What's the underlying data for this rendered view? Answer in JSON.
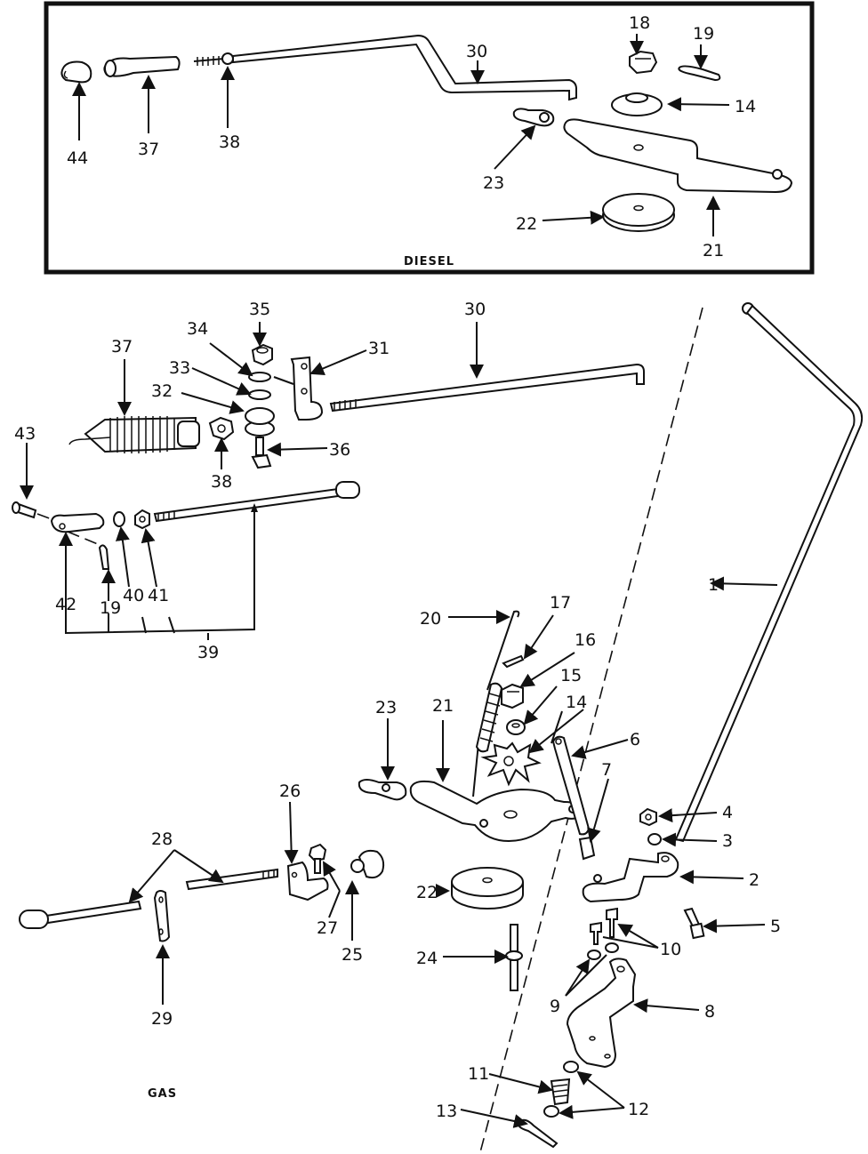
{
  "diagram": {
    "title": "Governor / Throttle Linkage — Exploded Parts View",
    "sections": {
      "diesel": {
        "caption": "DIESEL",
        "callouts": [
          "44",
          "37",
          "38",
          "30",
          "18",
          "19",
          "14",
          "23",
          "22",
          "21"
        ]
      },
      "gas": {
        "caption": "GAS",
        "callouts": [
          "35",
          "34",
          "33",
          "32",
          "37",
          "38",
          "31",
          "30",
          "36",
          "43",
          "42",
          "19",
          "40",
          "41",
          "39",
          "20",
          "17",
          "16",
          "15",
          "14",
          "21",
          "23",
          "26",
          "28",
          "27",
          "25",
          "22",
          "24",
          "29",
          "6",
          "7",
          "4",
          "3",
          "2",
          "5",
          "10",
          "9",
          "8",
          "11",
          "13",
          "12",
          "1"
        ]
      }
    },
    "labels": {
      "l1": "1",
      "l2": "2",
      "l3": "3",
      "l4": "4",
      "l5": "5",
      "l6": "6",
      "l7": "7",
      "l8": "8",
      "l9": "9",
      "l10": "10",
      "l11": "11",
      "l12": "12",
      "l13": "13",
      "l14": "14",
      "l15": "15",
      "l16": "16",
      "l17": "17",
      "l18": "18",
      "l19": "19",
      "l20": "20",
      "l21": "21",
      "l22": "22",
      "l23": "23",
      "l24": "24",
      "l25": "25",
      "l26": "26",
      "l27": "27",
      "l28": "28",
      "l29": "29",
      "l30": "30",
      "l31": "31",
      "l32": "32",
      "l33": "33",
      "l34": "34",
      "l35": "35",
      "l36": "36",
      "l37": "37",
      "l38": "38",
      "l39": "39",
      "l40": "40",
      "l41": "41",
      "l42": "42",
      "l43": "43",
      "l44": "44"
    }
  }
}
